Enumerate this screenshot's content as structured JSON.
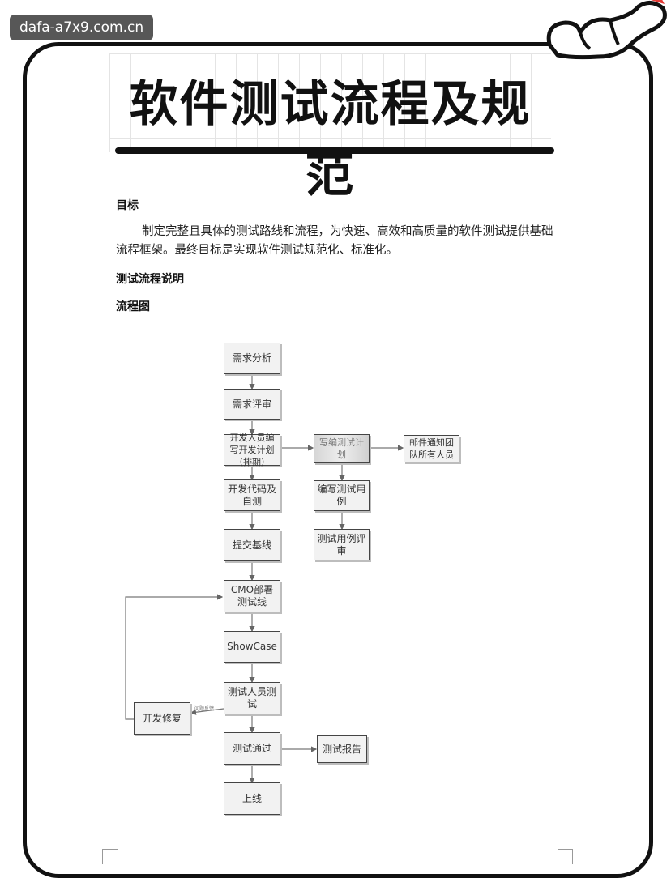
{
  "watermark": "dafa-a7x9.com.cn",
  "title": "软件测试流程及规范",
  "sections": {
    "goal_heading": "目标",
    "goal_text": "制定完整且具体的测试路线和流程，为快速、高效和高质量的软件测试提供基础流程框架。最终目标是实现软件测试规范化、标准化。",
    "process_heading": "测试流程说明",
    "flowchart_heading": "流程图"
  },
  "flowchart": {
    "nodes": {
      "req_analysis": "需求分析",
      "req_review": "需求评审",
      "dev_plan": "开发人员编写开发计划（排期）",
      "test_plan_blur": "写编测试计划",
      "notify": "邮件通知团队所有人员",
      "dev_code": "开发代码及自测",
      "write_cases": "编写测试用例",
      "case_review": "测试用例评审",
      "submit": "提交基线",
      "deploy": "CMO部署测试线",
      "showcase": "ShowCase",
      "tester": "测试人员测试",
      "dev_fix": "开发修复",
      "pass": "测试通过",
      "report": "测试报告",
      "online": "上线"
    },
    "edge_label": "问题反馈"
  }
}
